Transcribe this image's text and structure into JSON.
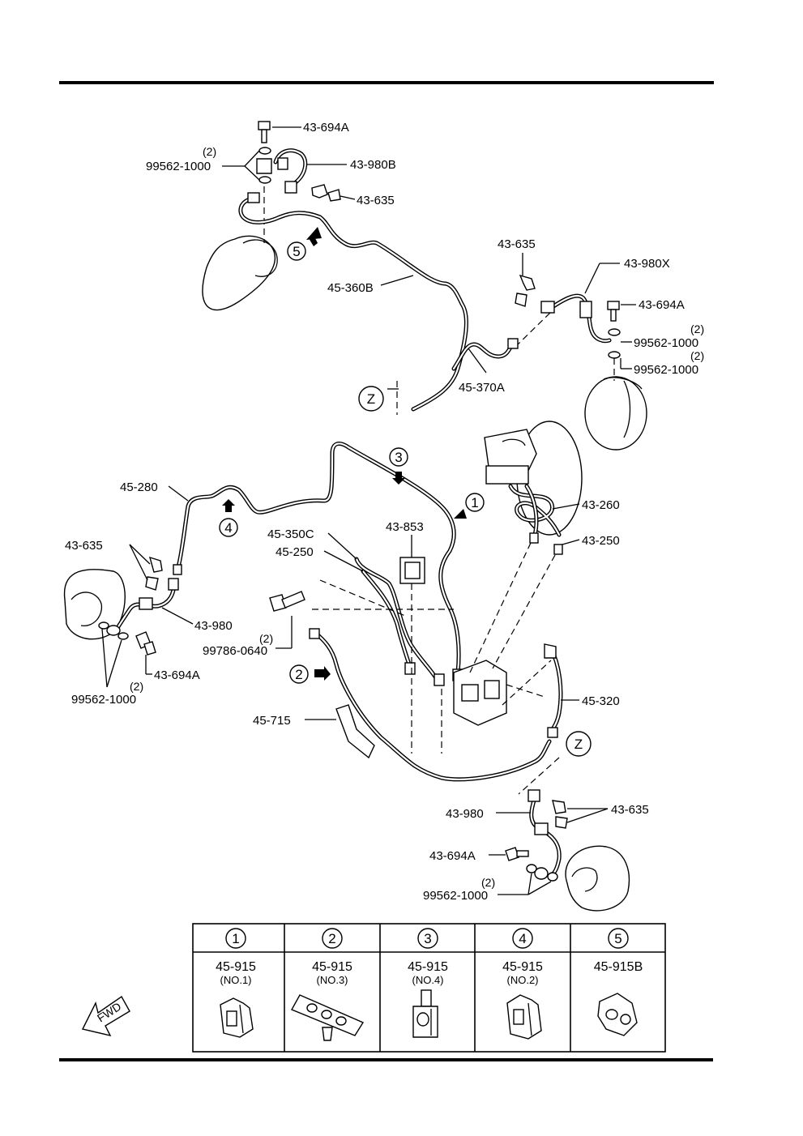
{
  "callouts": {
    "bolt_top": "43-694A",
    "qty_top": "(2)",
    "washer_top": "99562-1000",
    "hose_top": "43-980B",
    "clip_top": "43-635",
    "pipe_45_360b": "45-360B",
    "clip_rr": "43-635",
    "hose_rr": "43-980X",
    "bolt_rr": "43-694A",
    "qty_rr1": "(2)",
    "washer_rr1": "99562-1000",
    "qty_rr2": "(2)",
    "washer_rr2": "99562-1000",
    "pipe_45_370a": "45-370A",
    "pipe_45_280": "45-280",
    "pipe_43_260": "43-260",
    "pipe_43_250": "43-250",
    "clip_lf": "43-635",
    "pipe_45_350c": "45-350C",
    "valve_43_853": "43-853",
    "pipe_45_250": "45-250",
    "hose_lf": "43-980",
    "qty_bolt_lf": "(2)",
    "bolt_99786": "99786-0640",
    "qty_washer_lf": "(2)",
    "bolt_lf": "43-694A",
    "washer_lf": "99562-1000",
    "pipe_45_320": "45-320",
    "bracket_45_715": "45-715",
    "hose_rf": "43-980",
    "clip_rf": "43-635",
    "bolt_rf": "43-694A",
    "qty_rf": "(2)",
    "washer_rf": "99562-1000"
  },
  "markers": {
    "m1": "1",
    "m2": "2",
    "m3": "3",
    "m4": "4",
    "m5": "5",
    "z1": "Z",
    "z2": "Z"
  },
  "clip_table": [
    {
      "num": "1",
      "part": "45-915",
      "sub": "(NO.1)"
    },
    {
      "num": "2",
      "part": "45-915",
      "sub": "(NO.3)"
    },
    {
      "num": "3",
      "part": "45-915",
      "sub": "(NO.4)"
    },
    {
      "num": "4",
      "part": "45-915",
      "sub": "(NO.2)"
    },
    {
      "num": "5",
      "part": "45-915B",
      "sub": ""
    }
  ],
  "fwd_label": "FWD"
}
